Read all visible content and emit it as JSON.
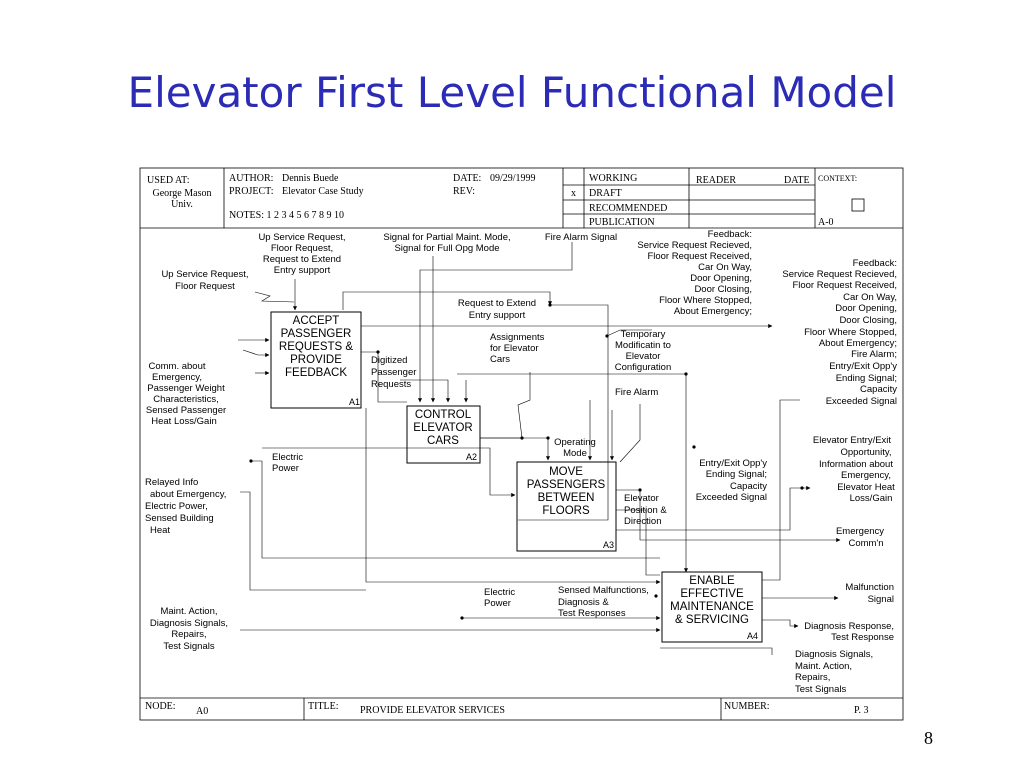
{
  "title": "Elevator First Level Functional Model",
  "slide_number": "8",
  "form": {
    "used_at_label": "USED AT:",
    "used_at_value": [
      "George Mason",
      "Univ."
    ],
    "author_label": "AUTHOR:",
    "author_value": "Dennis Buede",
    "project_label": "PROJECT:",
    "project_value": "Elevator Case Study",
    "notes": "NOTES:  1  2  3  4  5  6  7  8  9  10",
    "date_label": "DATE:",
    "date_value": "09/29/1999",
    "rev_label": "REV:",
    "status": [
      "WORKING",
      "DRAFT",
      "RECOMMENDED",
      "PUBLICATION"
    ],
    "draft_mark": "x",
    "reader_label": "READER",
    "reader_date_label": "DATE",
    "context_label": "CONTEXT:",
    "context_value": "A-0",
    "node_label": "NODE:",
    "node_value": "A0",
    "title_label": "TITLE:",
    "title_value": "PROVIDE ELEVATOR SERVICES",
    "number_label": "NUMBER:",
    "number_value": "P.  3"
  },
  "boxes": [
    {
      "id": "A1",
      "lines": [
        "ACCEPT",
        "PASSENGER",
        "REQUESTS &",
        "PROVIDE",
        "FEEDBACK"
      ]
    },
    {
      "id": "A2",
      "lines": [
        "CONTROL",
        "ELEVATOR",
        "CARS"
      ]
    },
    {
      "id": "A3",
      "lines": [
        "MOVE",
        "PASSENGERS",
        "BETWEEN",
        "FLOORS"
      ]
    },
    {
      "id": "A4",
      "lines": [
        "ENABLE",
        "EFFECTIVE",
        "MAINTENANCE",
        "& SERVICING"
      ]
    }
  ],
  "labels": {
    "ctrl_a1_up": [
      "Up Service Request,",
      "Floor Request,",
      "Request to Extend",
      "Entry support"
    ],
    "ctrl_partial": [
      "Signal for Partial Maint. Mode,",
      "Signal for Full Opg Mode"
    ],
    "ctrl_fire": [
      "Fire Alarm Signal"
    ],
    "feedback_a1": [
      "Feedback:",
      "Service Request Recieved,",
      "Floor Request Received,",
      "Car On Way,",
      "Door Opening,",
      "Door Closing,",
      "Floor Where Stopped,",
      "About Emergency;"
    ],
    "in_up": [
      "Up Service Request,",
      "Floor Request"
    ],
    "req_extend": [
      "Request to Extend",
      "Entry support"
    ],
    "assign": [
      "Assignments",
      "for Elevator",
      "Cars"
    ],
    "temp_mod": [
      "Temporary",
      "Modificatin to",
      "Elevator",
      "Configuration"
    ],
    "fire_alarm": [
      "Fire Alarm"
    ],
    "digitized": [
      "Digitized",
      "Passenger",
      "Requests"
    ],
    "comm": [
      "Comm. about",
      "Emergency,",
      "Passenger Weight",
      "Characteristics,",
      "Sensed Passenger",
      "Heat Loss/Gain"
    ],
    "electric1": [
      "Electric",
      "Power"
    ],
    "relayed": [
      "Relayed Info",
      "about Emergency,",
      "Electric Power,",
      "Sensed Building",
      "Heat"
    ],
    "op_mode": [
      "Operating",
      "Mode"
    ],
    "entry_exit": [
      "Entry/Exit Opp'y",
      "Ending Signal;",
      "Capacity",
      "Exceeded Signal"
    ],
    "elev_pos": [
      "Elevator",
      "Position &",
      "Direction"
    ],
    "out_feedback": [
      "Feedback:",
      "Service Request Recieved,",
      "Floor Request Received,",
      "Car On Way,",
      "Door Opening,",
      "Door Closing,",
      "Floor Where Stopped,",
      "About Emergency;",
      "Fire Alarm;",
      "Entry/Exit Opp'y",
      "Ending Signal;",
      "Capacity",
      "Exceeded Signal"
    ],
    "out_entry": [
      "Elevator Entry/Exit",
      "Opportunity,",
      "Information about",
      "Emergency,",
      "Elevator Heat",
      "Loss/Gain"
    ],
    "out_emerg": [
      "Emergency",
      "Comm'n"
    ],
    "electric2": [
      "Electric",
      "Power"
    ],
    "sensed_mal": [
      "Sensed Malfunctions,",
      "Diagnosis &",
      "Test Responses"
    ],
    "maint_in": [
      "Maint. Action,",
      "Diagnosis Signals,",
      "Repairs,",
      "Test Signals"
    ],
    "out_malf": [
      "Malfunction",
      "Signal"
    ],
    "out_diag": [
      "Diagnosis Response,",
      "Test Response"
    ],
    "out_diag2": [
      "Diagnosis Signals,",
      "Maint. Action,",
      "Repairs,",
      "Test Signals"
    ]
  }
}
